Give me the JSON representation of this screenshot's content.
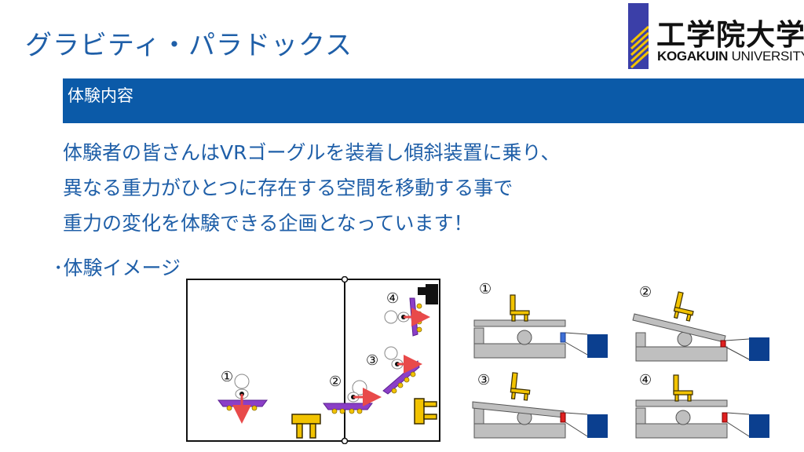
{
  "header": {
    "title": "グラビティ・パラドックス",
    "logo": {
      "jp": "工学院大学",
      "en_bold": "KOGAKUIN",
      "en_rest": " UNIVERSITY",
      "stripe_color": "#3b3fa8",
      "accent": "#f2c300"
    }
  },
  "section": {
    "label": "体験内容",
    "bar_color": "#0b5aa8"
  },
  "body": {
    "lines": [
      "体験者の皆さんはVRゴーグルを装着し傾斜装置に乗り、",
      "異なる重力がひとつに存在する空間を移動する事で",
      "重力の変化を体験できる企画となっています！"
    ]
  },
  "image_label": "･体験イメージ",
  "diagram": {
    "markers": [
      "①",
      "②",
      "③",
      "④"
    ],
    "colors": {
      "platform": "#8b3fc7",
      "arrow": "#e84a4a",
      "wheel": "#f2c300",
      "chair": "#f2c300"
    }
  },
  "steps": {
    "labels": [
      "①",
      "②",
      "③",
      "④"
    ],
    "colors": {
      "base": "#bfbfbf",
      "box": "#0b3f8f",
      "chair": "#f2c300",
      "sensor_blue": "#3d6fd6",
      "sensor_red": "#e02020"
    }
  }
}
